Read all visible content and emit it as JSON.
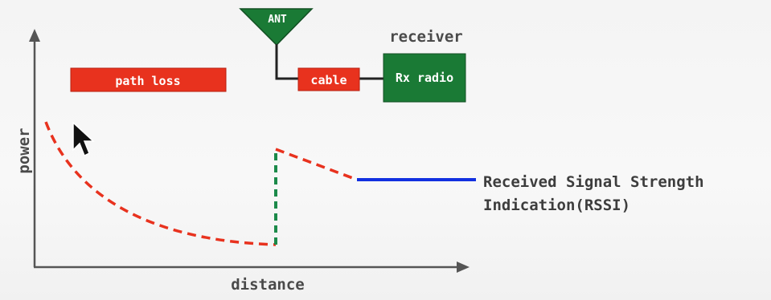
{
  "axes": {
    "y_label": "power",
    "x_label": "distance"
  },
  "blocks": {
    "path_loss": "path loss",
    "antenna": "ANT",
    "cable": "cable",
    "rx_radio": "Rx radio",
    "receiver_title": "receiver"
  },
  "rssi": {
    "line1": "Received Signal Strength",
    "line2": "Indication(RSSI)"
  },
  "colors": {
    "red": "#e8321e",
    "green": "#1a7a35",
    "green_dash": "#1c8a4a",
    "blue": "#1230e0",
    "axis": "#555555"
  }
}
